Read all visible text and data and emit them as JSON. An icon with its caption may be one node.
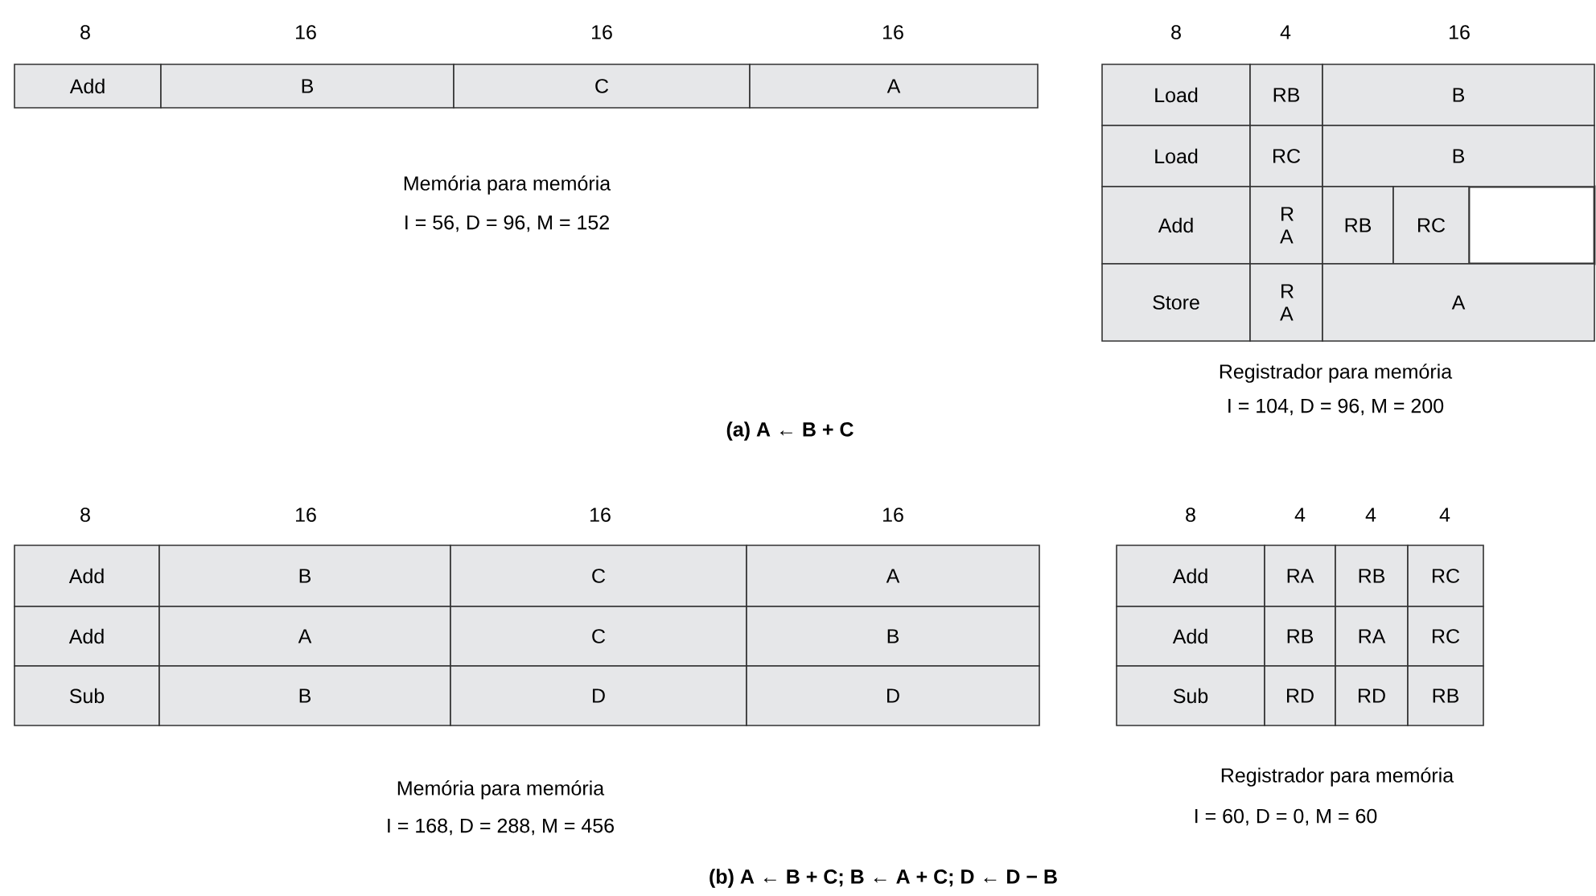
{
  "diagram": {
    "labels": [
      "8",
      "16",
      "16",
      "16",
      "Add",
      "B",
      "C",
      "A",
      "Memória para memória",
      "I = 56, D = 96, M = 152",
      "8",
      "4",
      "16",
      "Load",
      "RB",
      "B",
      "Load",
      "RC",
      "B",
      "Add",
      "R A",
      "RB",
      "RC",
      "Store",
      "R A",
      "A",
      "Registrador para memória",
      "I = 104, D = 96, M = 200",
      "(a) A ← B + C",
      "8",
      "16",
      "16",
      "16",
      "Add",
      "B",
      "C",
      "A",
      "Add",
      "A",
      "C",
      "B",
      "Sub",
      "B",
      "D",
      "D",
      "Memória para memória",
      "I = 168, D = 288, M = 456",
      "8",
      "4",
      "4",
      "4",
      "Add",
      "RA",
      "RB",
      "RC",
      "Add",
      "RB",
      "RA",
      "RC",
      "Sub",
      "RD",
      "RD",
      "RB",
      "Registrador para memória",
      "I = 60, D = 0, M = 60",
      "(b) A ← B + C; B ← A + C; D ← D − B"
    ]
  }
}
